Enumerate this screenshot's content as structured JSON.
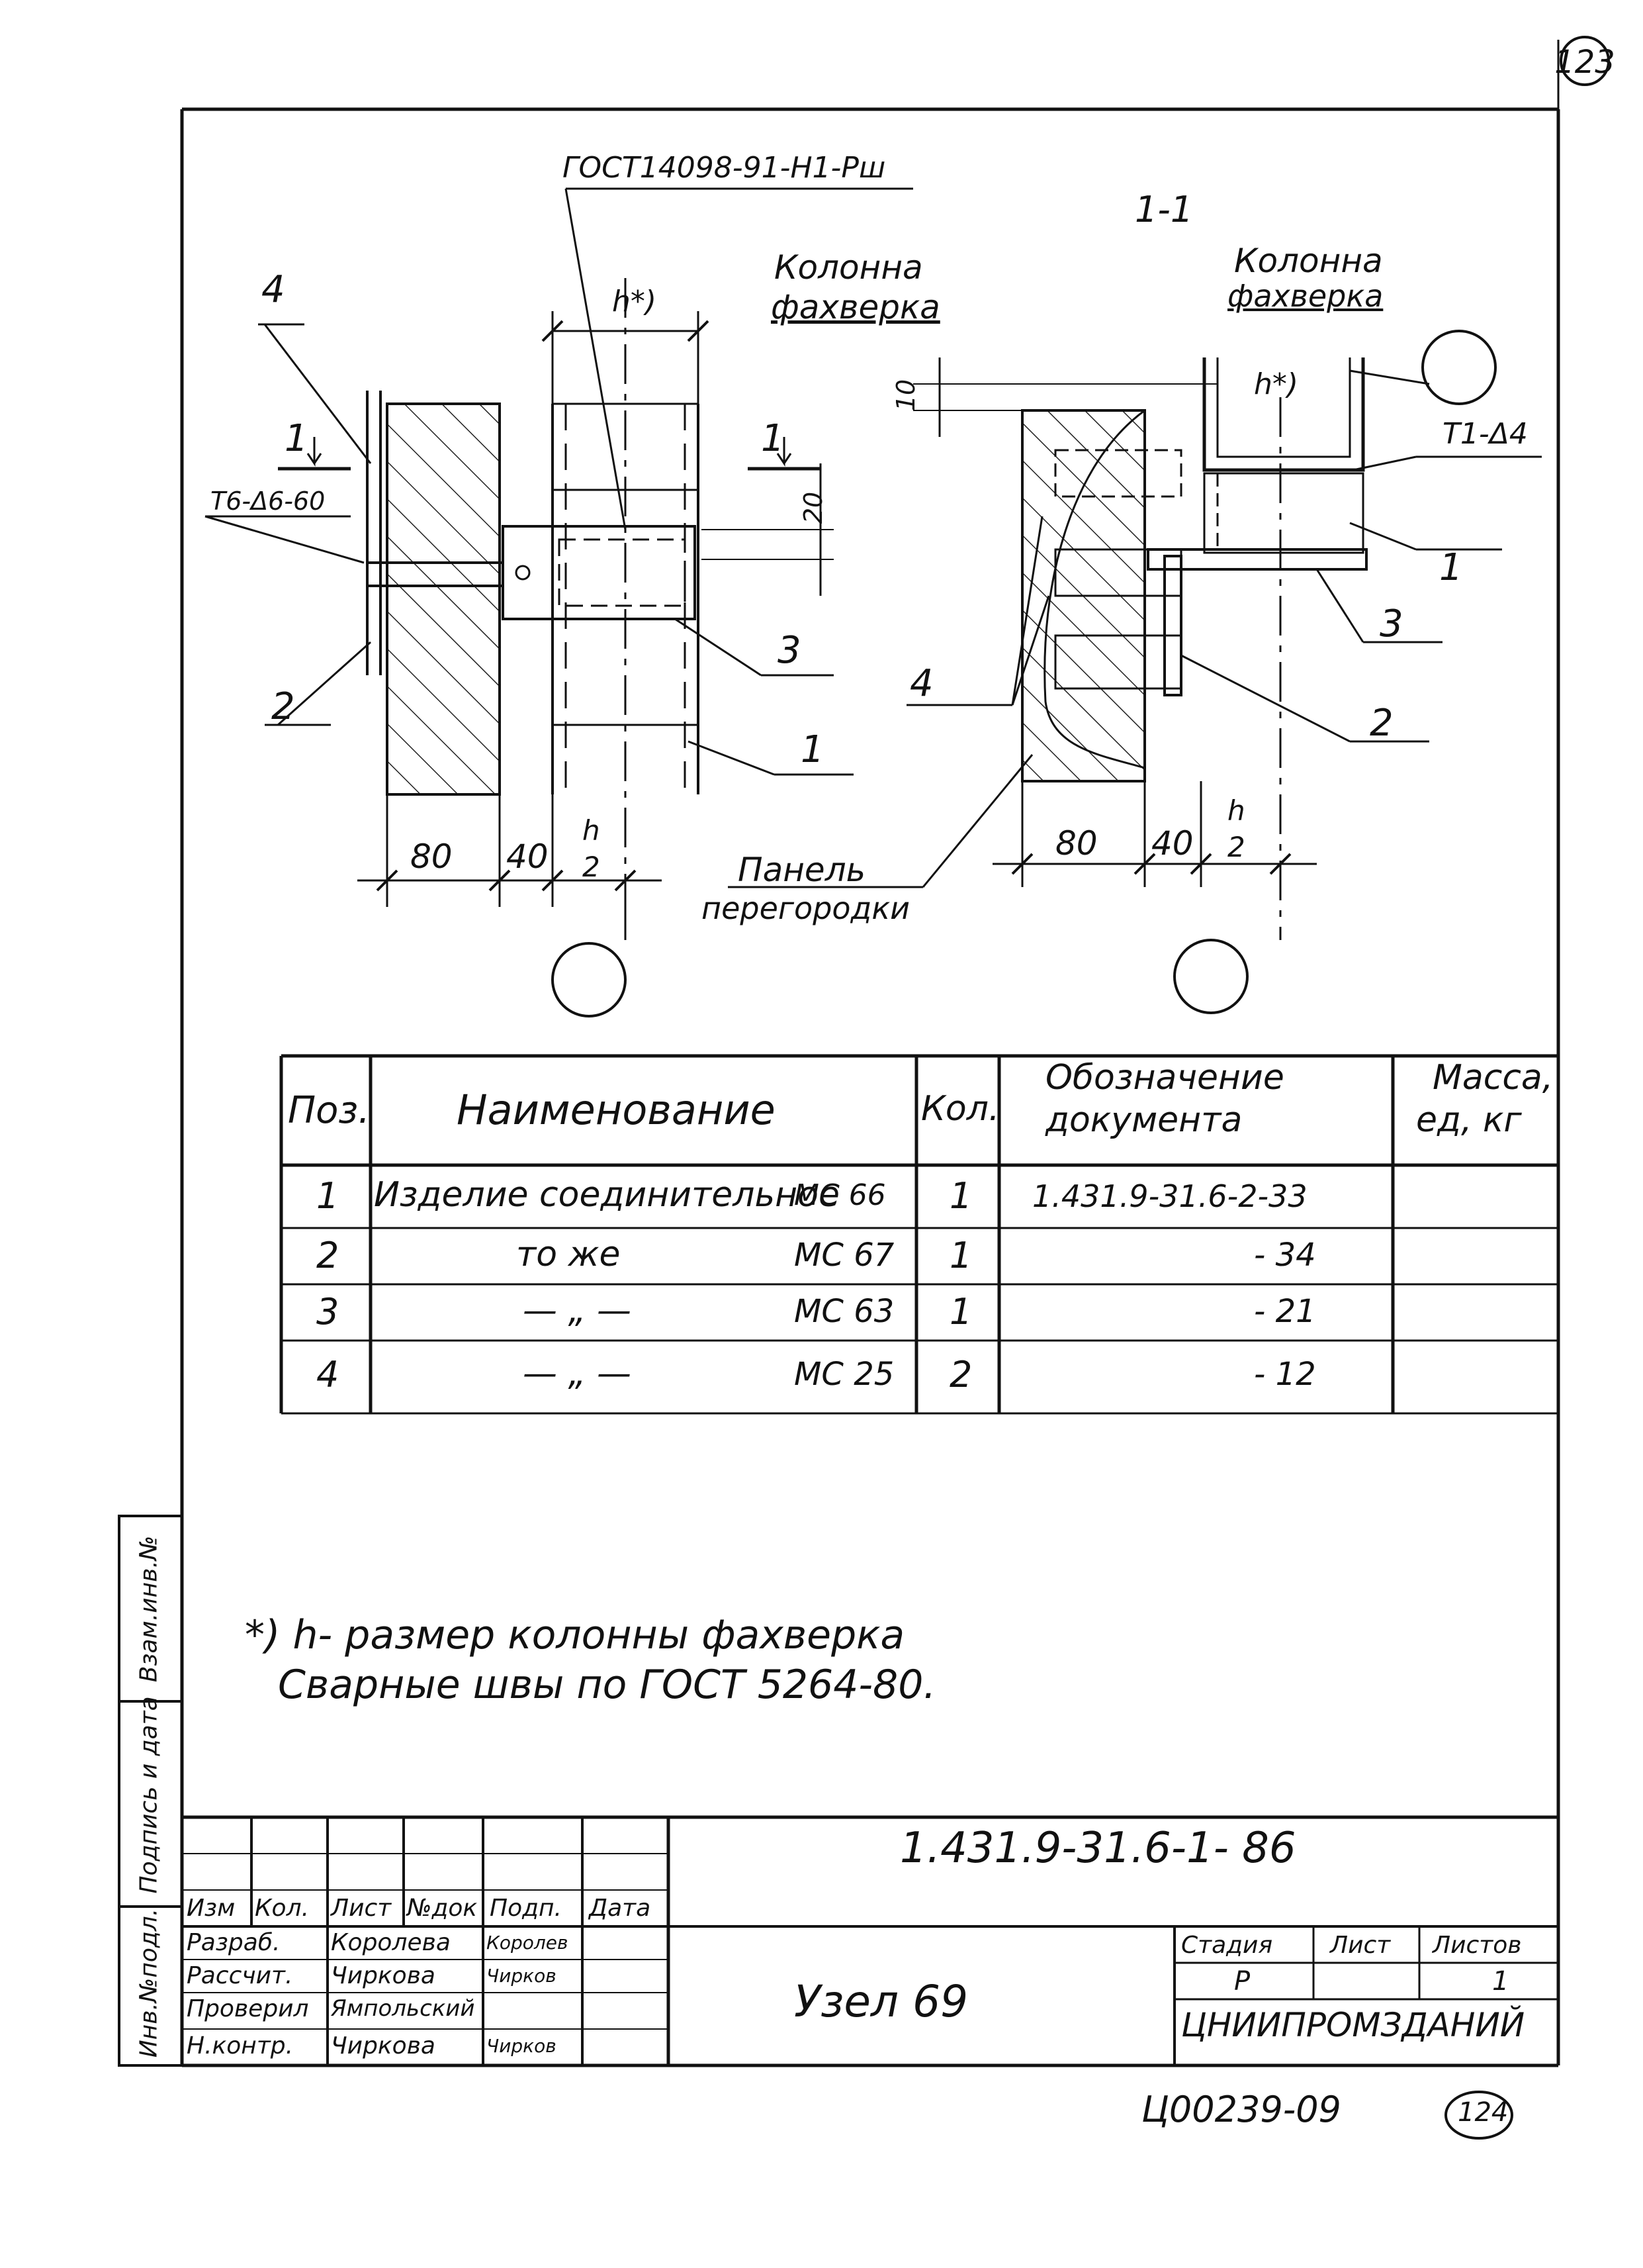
{
  "sheet_mark": "123",
  "drawing": {
    "weld_standard": "ГОСТ14098-91-Н1-Рш",
    "section_title": "1-1",
    "left_view": {
      "column_label_1": "Колонна",
      "column_label_2": "фахверка",
      "dim_h": "h*)",
      "dim_20": "20",
      "weld_left": "Т6-Δ6-60",
      "section_mark": "1",
      "pos_4": "4",
      "pos_2": "2",
      "pos_3": "3",
      "pos_1": "1",
      "dim_80": "80",
      "dim_40": "40",
      "dim_h2_num": "h",
      "dim_h2_den": "2"
    },
    "right_view": {
      "column_label_1": "Колонна",
      "column_label_2": "фахверка",
      "dim_h": "h*)",
      "dim_10": "10",
      "weld_right": "Т1-Δ4",
      "pos_1": "1",
      "pos_3": "3",
      "pos_2": "2",
      "pos_4": "4",
      "panel_label_1": "Панель",
      "panel_label_2": "перегородки",
      "dim_80": "80",
      "dim_40": "40",
      "dim_h2_num": "h",
      "dim_h2_den": "2"
    }
  },
  "spec_table": {
    "headers": {
      "pos": "Поз.",
      "name": "Наименование",
      "qty": "Кол.",
      "doc_1": "Обозначение",
      "doc_2": "документа",
      "mass_1": "Масса,",
      "mass_2": "ед, кг"
    },
    "rows": [
      {
        "pos": "1",
        "name": "Изделие соединительное",
        "mark": "МС 66",
        "qty": "1",
        "doc": "1.431.9-31.6-2-33",
        "mass": ""
      },
      {
        "pos": "2",
        "name": "то же",
        "mark": "МС 67",
        "qty": "1",
        "doc": "- 34",
        "mass": ""
      },
      {
        "pos": "3",
        "name": "— „ —",
        "mark": "МС 63",
        "qty": "1",
        "doc": "- 21",
        "mass": ""
      },
      {
        "pos": "4",
        "name": "— „ —",
        "mark": "МС 25",
        "qty": "2",
        "doc": "- 12",
        "mass": ""
      }
    ]
  },
  "notes": {
    "line1": "*) h- размер колонны фахверка",
    "line2": "Сварные швы по ГОСТ 5264-80."
  },
  "side_strip": {
    "cell1": "Инв.№подл.",
    "cell2": "Подпись и дата",
    "cell3": "Взам.инв.№"
  },
  "title_block": {
    "doc_code": "1.431.9-31.6-1- 86",
    "header_cells": [
      "Изм",
      "Кол.",
      "Лист",
      "№док",
      "Подп.",
      "Дата"
    ],
    "people": [
      {
        "role": "Разраб.",
        "name": "Королева",
        "sign": "Королев"
      },
      {
        "role": "Рассчит.",
        "name": "Чиркова",
        "sign": "Чирков"
      },
      {
        "role": "Проверил",
        "name": "Ямпольский",
        "sign": ""
      },
      {
        "role": "",
        "name": "",
        "sign": ""
      },
      {
        "role": "Н.контр.",
        "name": "Чиркова",
        "sign": "Чирков"
      }
    ],
    "drawing_name": "Узел 69",
    "stage_label": "Стадия",
    "sheet_label": "Лист",
    "sheets_label": "Листов",
    "stage_value": "Р",
    "sheet_value": "",
    "sheets_value": "1",
    "organization": "ЦНИИПРОМЗДАНИЙ"
  },
  "footer": {
    "archive_code": "Ц00239-09",
    "page_mark": "124"
  }
}
